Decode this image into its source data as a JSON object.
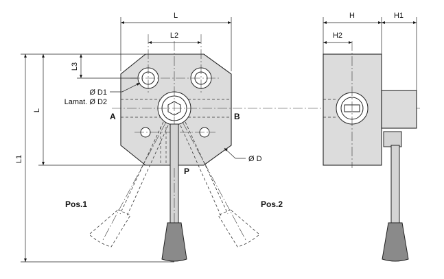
{
  "dimensions": {
    "L_top": "L",
    "L2": "L2",
    "L3": "L3",
    "L_left": "L",
    "L1": "L1",
    "H": "H",
    "H1": "H1",
    "H2": "H2"
  },
  "callouts": {
    "d1": "Ø D1",
    "d2": "Lamat. Ø D2",
    "d": "Ø D"
  },
  "ports": {
    "a": "A",
    "b": "B",
    "p": "P"
  },
  "positions": {
    "pos1": "Pos.1",
    "pos2": "Pos.2"
  }
}
